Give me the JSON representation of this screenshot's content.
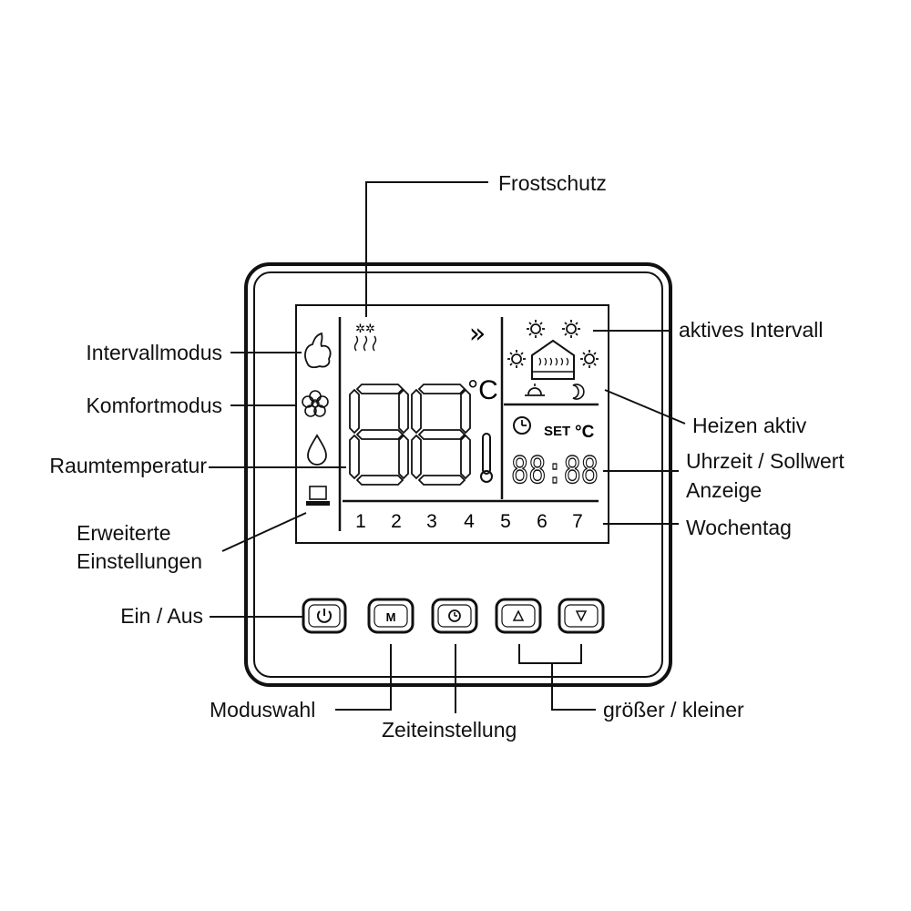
{
  "labels": {
    "frostschutz": "Frostschutz",
    "aktives_intervall": "aktives Intervall",
    "heizen_aktiv": "Heizen aktiv",
    "uhrzeit_sollwert_1": "Uhrzeit / Sollwert",
    "uhrzeit_sollwert_2": "Anzeige",
    "wochentag": "Wochentag",
    "intervallmodus": "Intervallmodus",
    "komfortmodus": "Komfortmodus",
    "raumtemperatur": "Raumtemperatur",
    "erweiterte_1": "Erweiterte",
    "erweiterte_2": "Einstellungen",
    "ein_aus": "Ein / Aus",
    "moduswahl": "Moduswahl",
    "zeiteinstellung": "Zeiteinstellung",
    "groesser_kleiner": "größer / kleiner"
  },
  "display": {
    "big_temp": "88",
    "unit": "°C",
    "clock": "88:88",
    "set_label": "SET",
    "set_unit": "°C",
    "days": [
      "1",
      "2",
      "3",
      "4",
      "5",
      "6",
      "7"
    ],
    "chevron": "»"
  },
  "buttons": {
    "power_icon": "power-icon",
    "mode_label": "M",
    "clock_icon": "clock-icon",
    "up_icon": "triangle-up-icon",
    "down_icon": "triangle-down-icon"
  }
}
